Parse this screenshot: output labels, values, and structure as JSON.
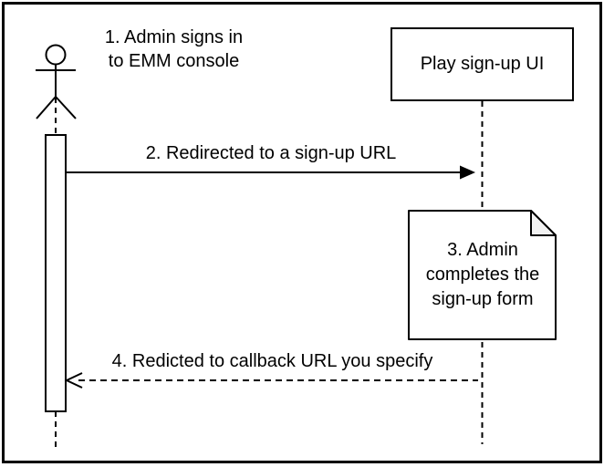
{
  "diagram": {
    "type": "sequence-diagram",
    "colors": {
      "stroke": "#000000",
      "background": "#ffffff",
      "note_fold": "#f2f2f2"
    },
    "actor": {
      "icon": "stick-figure-actor",
      "caption_line1": "1. Admin signs in",
      "caption_line2": "to EMM console"
    },
    "participant": {
      "label": "Play sign-up UI"
    },
    "messages": [
      {
        "label": "2. Redirected to a sign-up URL",
        "from": "actor",
        "to": "participant",
        "line_style": "solid",
        "arrowhead": "filled"
      },
      {
        "label": "4. Redicted to callback URL you specify",
        "from": "participant",
        "to": "actor",
        "line_style": "dashed",
        "arrowhead": "open"
      }
    ],
    "note": {
      "line1": "3. Admin",
      "line2": "completes the",
      "line3": "sign-up form"
    }
  }
}
